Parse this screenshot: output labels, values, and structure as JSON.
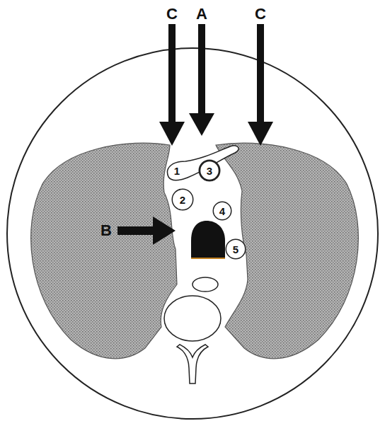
{
  "diagram": {
    "nodes": [
      {
        "text": [
          "1"
        ]
      },
      {
        "text": [
          "2"
        ]
      },
      {
        "text": [
          "3"
        ]
      },
      {
        "text": [
          "4"
        ]
      },
      {
        "text": [
          "5"
        ]
      }
    ],
    "labels": [
      "C",
      "A",
      "C",
      "B"
    ]
  }
}
